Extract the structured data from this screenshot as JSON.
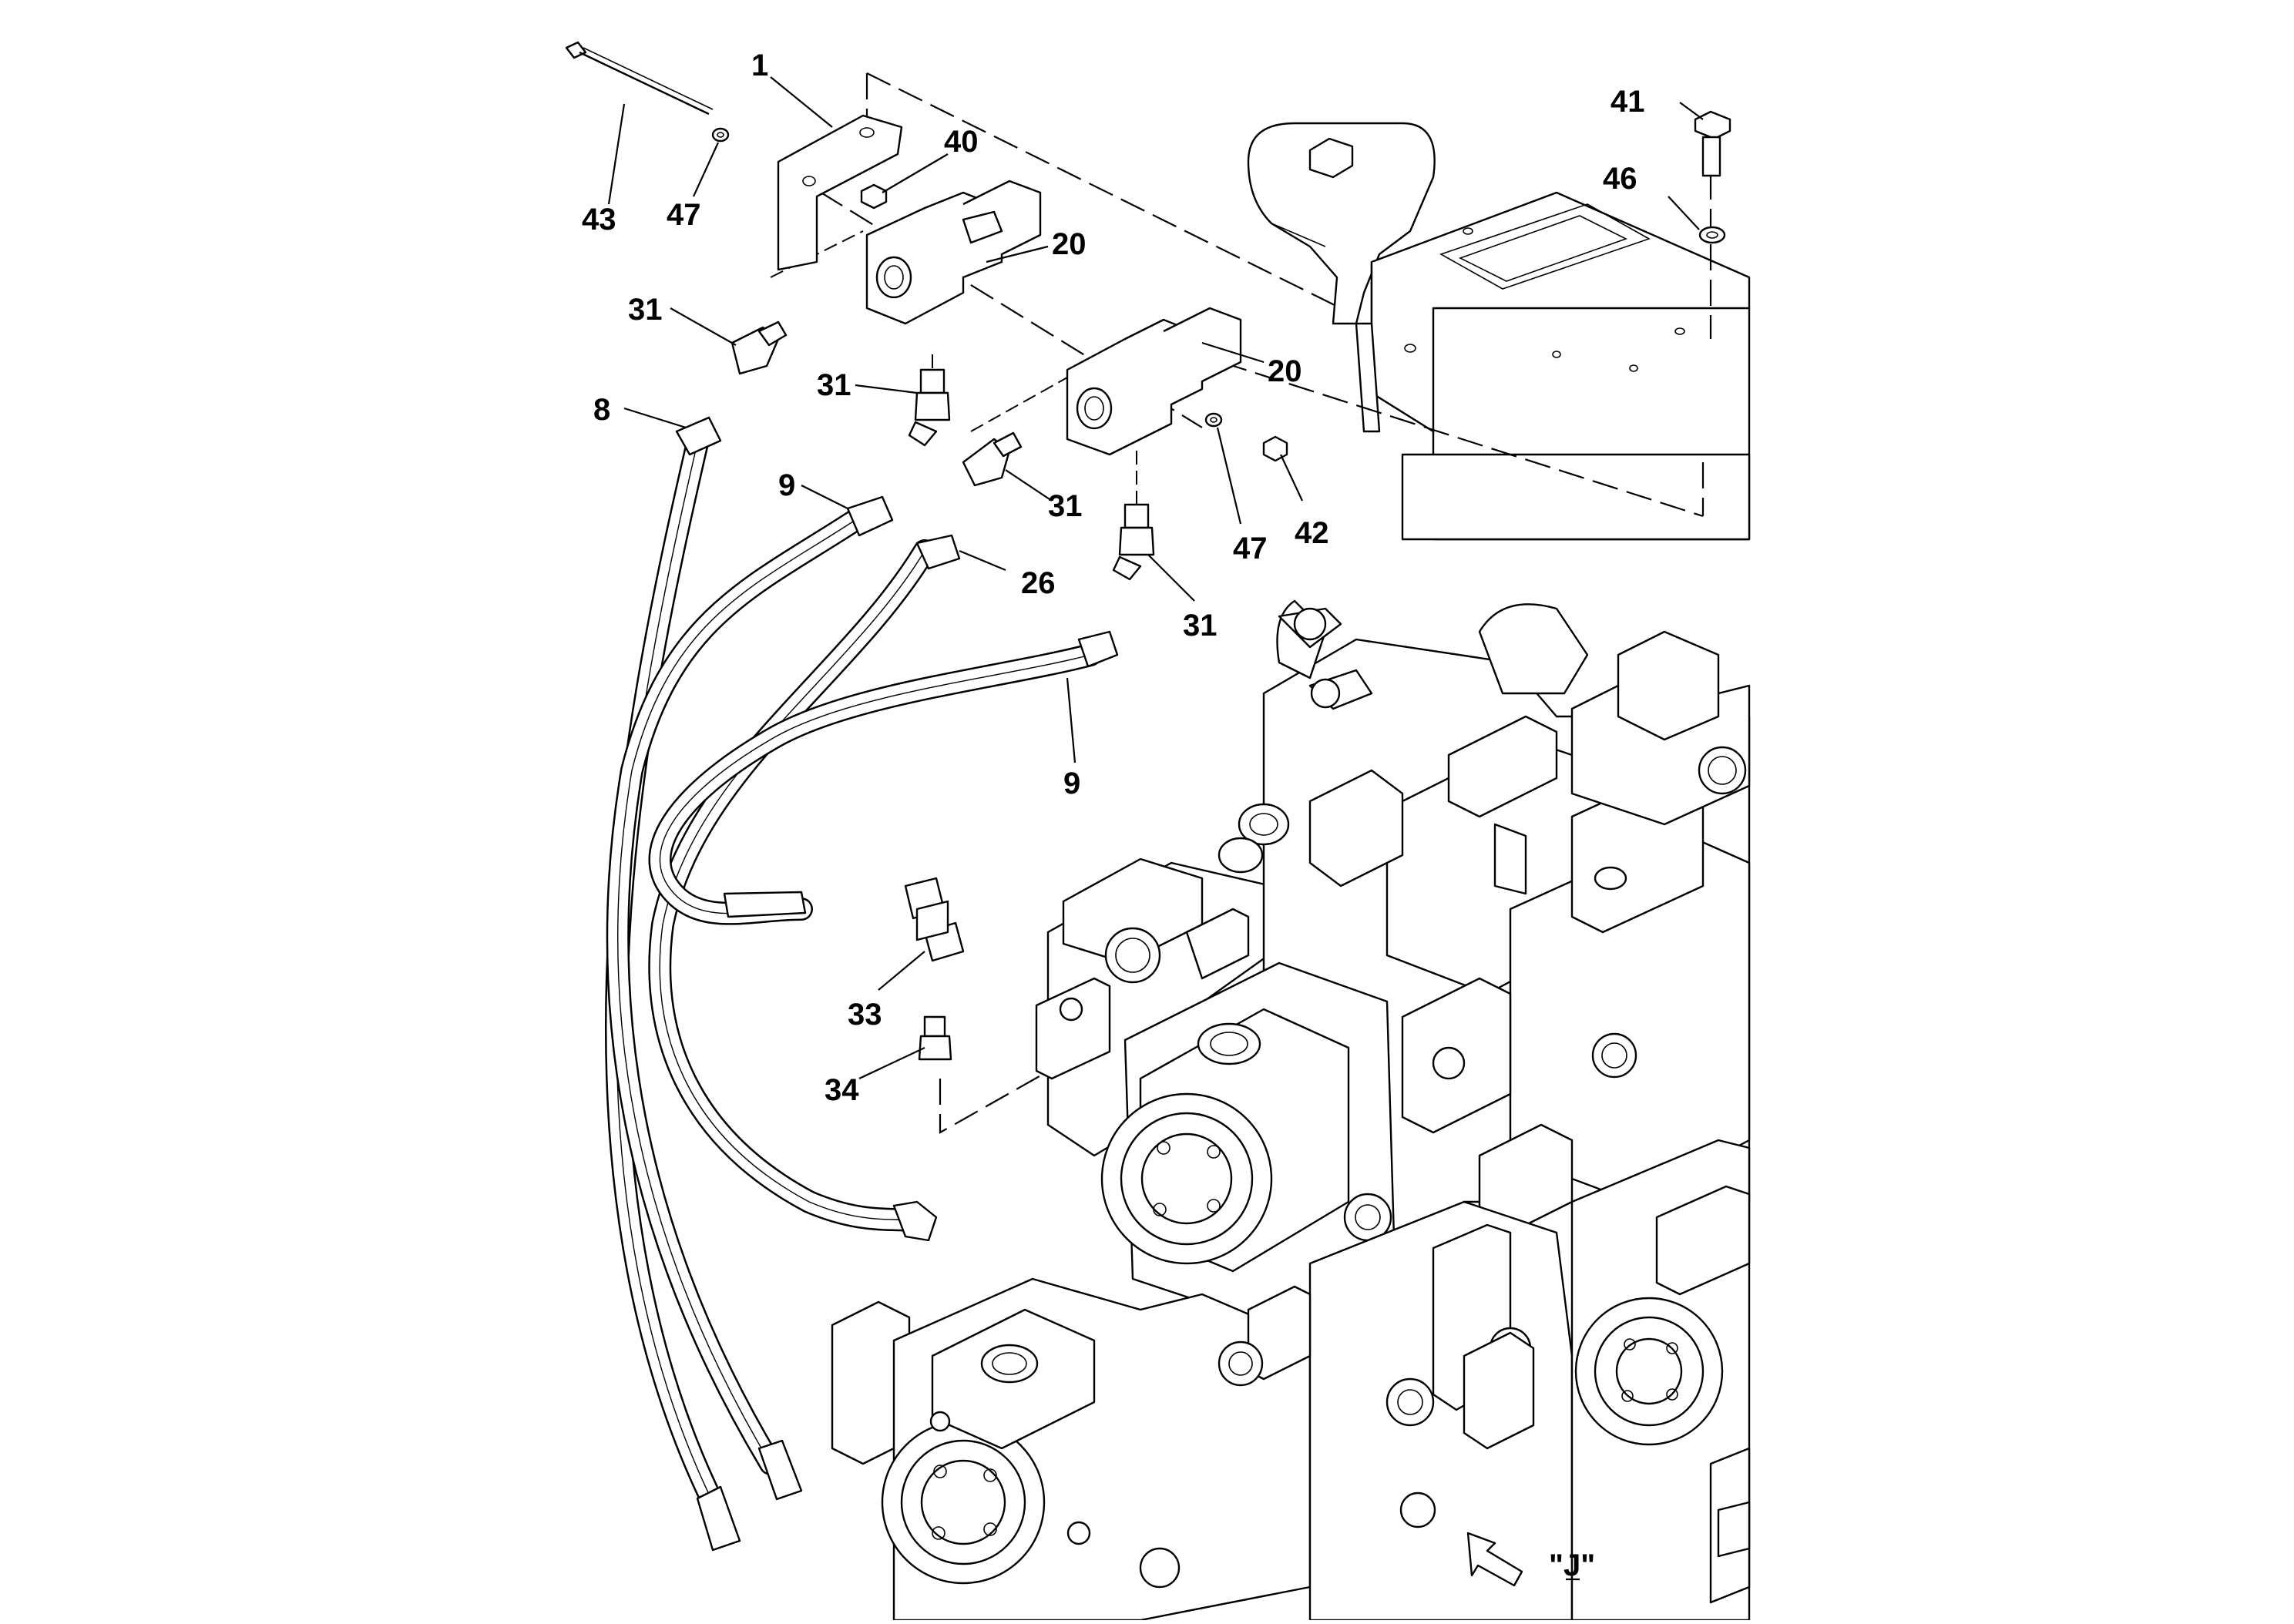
{
  "diagram": {
    "callouts": [
      {
        "id": "c1",
        "label": "1"
      },
      {
        "id": "c43",
        "label": "43"
      },
      {
        "id": "c47a",
        "label": "47"
      },
      {
        "id": "c40",
        "label": "40"
      },
      {
        "id": "c20a",
        "label": "20"
      },
      {
        "id": "c31a",
        "label": "31"
      },
      {
        "id": "c31b",
        "label": "31"
      },
      {
        "id": "c8",
        "label": "8"
      },
      {
        "id": "c9a",
        "label": "9"
      },
      {
        "id": "c20b",
        "label": "20"
      },
      {
        "id": "c31c",
        "label": "31"
      },
      {
        "id": "c47b",
        "label": "47"
      },
      {
        "id": "c42",
        "label": "42"
      },
      {
        "id": "c26",
        "label": "26"
      },
      {
        "id": "c31d",
        "label": "31"
      },
      {
        "id": "c9b",
        "label": "9"
      },
      {
        "id": "c33",
        "label": "33"
      },
      {
        "id": "c34",
        "label": "34"
      },
      {
        "id": "c41",
        "label": "41"
      },
      {
        "id": "c46",
        "label": "46"
      }
    ],
    "view_label": "\"J\""
  }
}
